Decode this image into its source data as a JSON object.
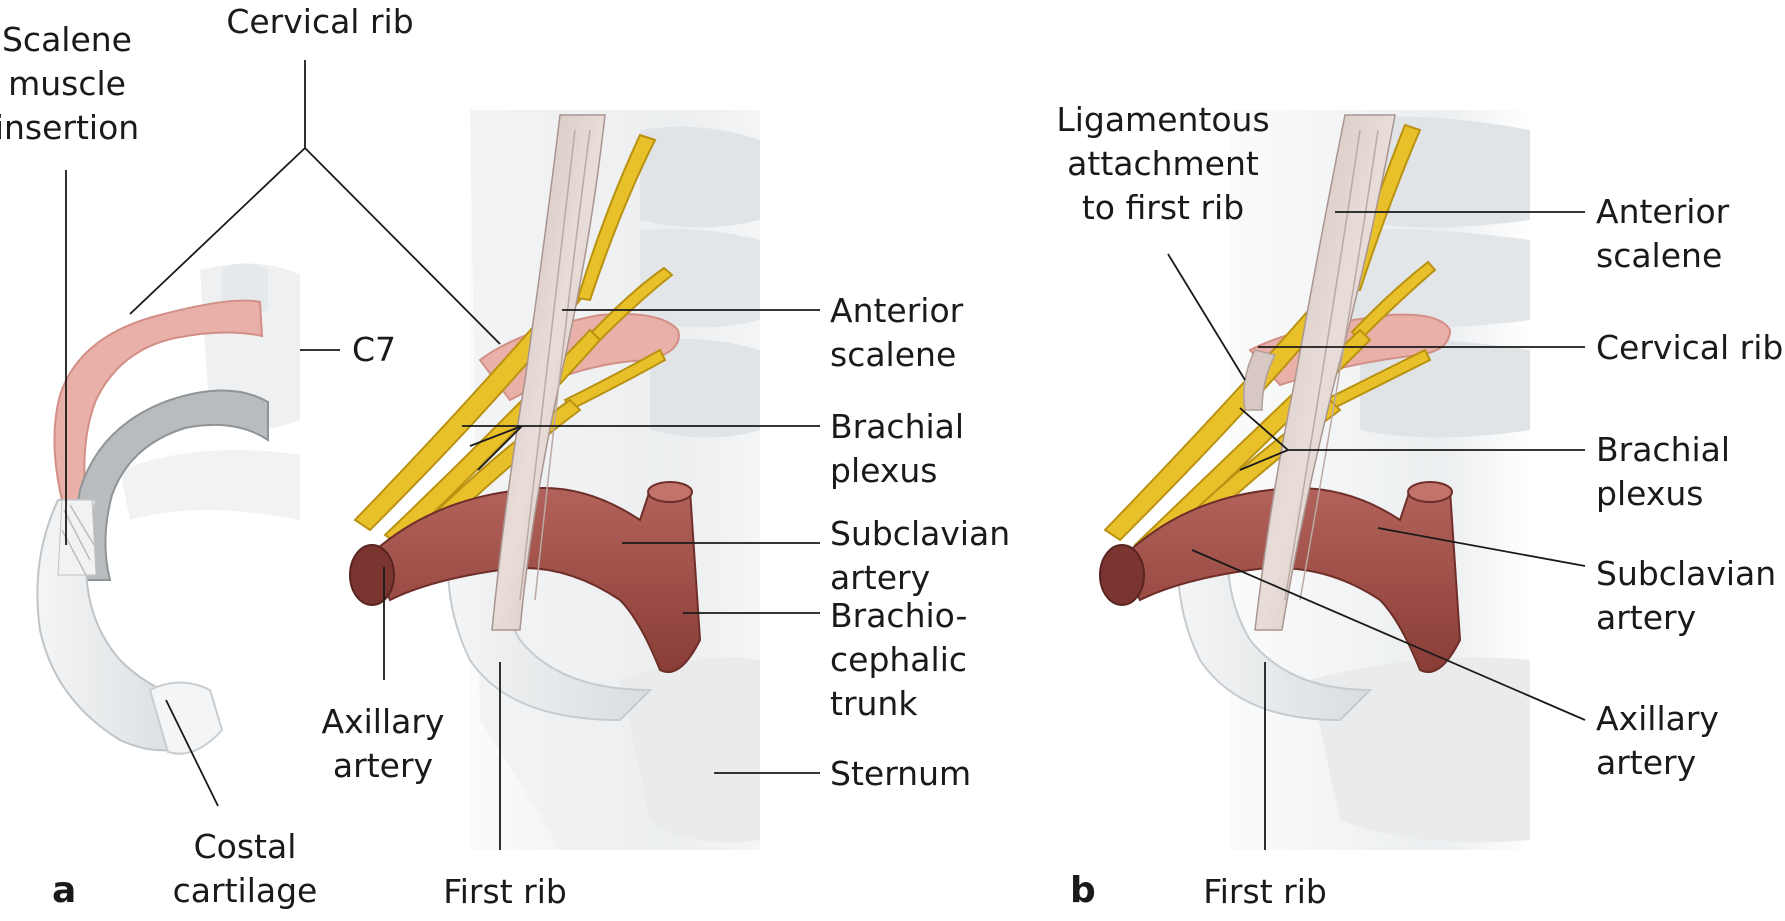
{
  "panel_a": {
    "letter": "a",
    "labels": {
      "cervical_rib": [
        "Cervical rib"
      ],
      "scalene_insertion": [
        "Scalene",
        "muscle",
        "insertion"
      ],
      "c7": [
        "C7"
      ],
      "anterior_scalene": [
        "Anterior",
        "scalene"
      ],
      "brachial_plexus": [
        "Brachial",
        "plexus"
      ],
      "subclavian_artery": [
        "Subclavian",
        "artery"
      ],
      "brachiocephalic_trunk": [
        "Brachio-",
        "cephalic",
        "trunk"
      ],
      "axillary_artery": [
        "Axillary",
        "artery"
      ],
      "sternum": [
        "Sternum"
      ],
      "costal_cartilage": [
        "Costal",
        "cartilage"
      ],
      "first_rib": [
        "First rib"
      ]
    }
  },
  "panel_b": {
    "letter": "b",
    "labels": {
      "ligamentous_attachment": [
        "Ligamentous",
        "attachment",
        "to first rib"
      ],
      "anterior_scalene": [
        "Anterior",
        "scalene"
      ],
      "cervical_rib": [
        "Cervical rib"
      ],
      "brachial_plexus": [
        "Brachial",
        "plexus"
      ],
      "subclavian_artery": [
        "Subclavian",
        "artery"
      ],
      "axillary_artery": [
        "Axillary",
        "artery"
      ],
      "first_rib": [
        "First rib"
      ]
    }
  },
  "colors": {
    "bone": "#e4e7ea",
    "cervical_rib": "#e8a9a2",
    "artery": "#9b4a43",
    "nerve": "#e8c02a",
    "muscle": "#d9c9c4"
  }
}
